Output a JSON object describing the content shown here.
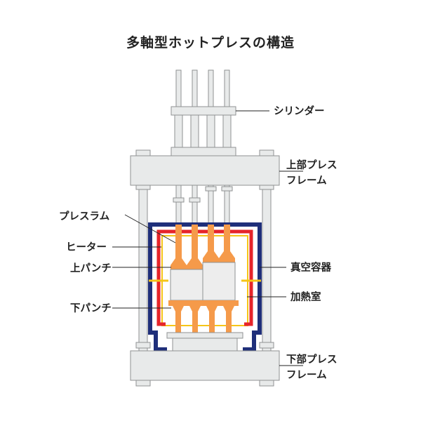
{
  "title": "多軸型ホットプレスの構造",
  "labels": {
    "cylinder": "シリンダー",
    "upper_frame_1": "上部プレス",
    "upper_frame_2": "フレーム",
    "press_ram": "プレスラム",
    "heater": "ヒーター",
    "upper_punch": "上パンチ",
    "vacuum_vessel": "真空容器",
    "heating_chamber": "加熱室",
    "lower_punch": "下パンチ",
    "lower_frame_1": "下部プレス",
    "lower_frame_2": "フレーム"
  },
  "colors": {
    "frame": "#e8eaea",
    "frame_stroke": "#8f9293",
    "vacuum_vessel": "#1f2f7a",
    "heater": "#e6242a",
    "heating_chamber": "#f5c518",
    "punch": "#f59a4a",
    "leader": "#222222"
  }
}
